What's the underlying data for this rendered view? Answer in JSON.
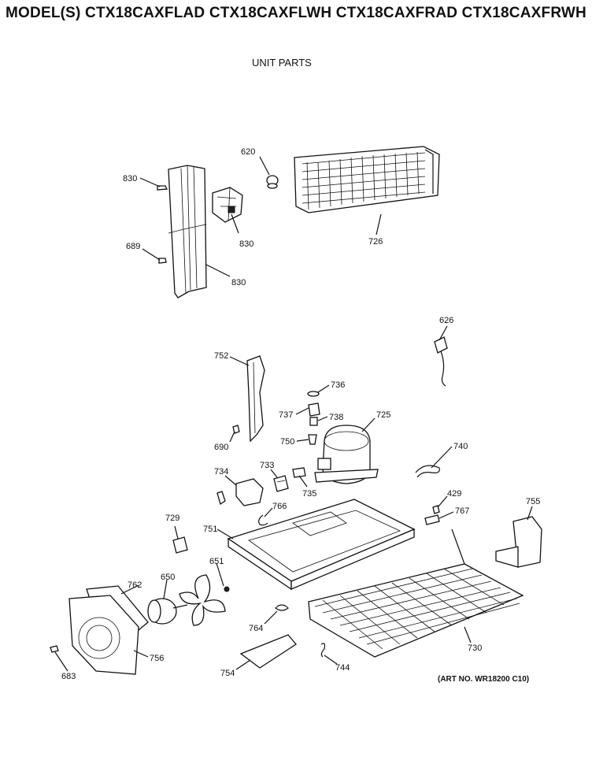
{
  "header": {
    "title": "MODEL(S) CTX18CAXFLAD  CTX18CAXFLWH  CTX18CAXFRAD  CTX18CAXFRWH",
    "subtitle": "UNIT PARTS"
  },
  "footer": {
    "art_no": "(ART NO. WR18200 C10)"
  },
  "callouts": {
    "c830a": "830",
    "c620": "620",
    "c830b": "830",
    "c689": "689",
    "c830c": "830",
    "c726": "726",
    "c626": "626",
    "c752": "752",
    "c736": "736",
    "c737": "737",
    "c738": "738",
    "c725": "725",
    "c690": "690",
    "c750": "750",
    "c740": "740",
    "c733": "733",
    "c734": "734",
    "c735": "735",
    "c429": "429",
    "c767": "767",
    "c766": "766",
    "c755": "755",
    "c729": "729",
    "c751": "751",
    "c651": "651",
    "c762": "762",
    "c650": "650",
    "c764": "764",
    "c730": "730",
    "c756": "756",
    "c683": "683",
    "c754": "754",
    "c744": "744"
  }
}
